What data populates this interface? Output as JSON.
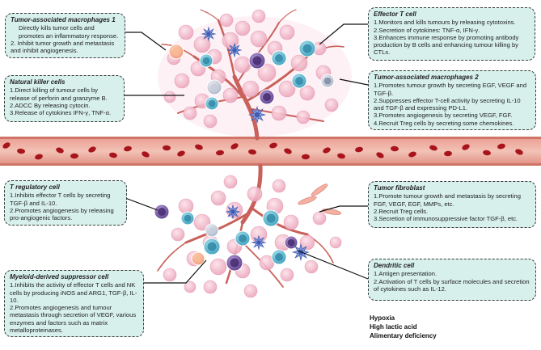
{
  "boxes": {
    "tam1": {
      "title": "Tumor-associated macrophages 1",
      "lines": [
        "Directly kills tumor cells and promotes an inflammatory response.",
        "2. Inhibit tumor growth and metastasis and inhibit angiogenesis."
      ]
    },
    "effector_t": {
      "title": "Effector T cell",
      "lines": [
        "1.Monitors and kills tumours by releasing cytotoxins.",
        "2.Secretion of cytokines: TNF-α, IFN-γ.",
        "3.Enhances immune response by promoting antibody production by B cells and enhancing tumour killing by CTLs."
      ]
    },
    "nk": {
      "title": "Natural killer cells",
      "lines": [
        "1.Direct killing of tumour cells by release of perforin and granzyme B.",
        "2.ADCC By releasing cytocin.",
        "3.Release of cytokines IFN-γ, TNF-α."
      ]
    },
    "tam2": {
      "title": "Tumor-associated macrophages 2",
      "lines": [
        "1.Promotes tumour growth by secreting EGF, VEGF and TGF-β.",
        "2.Suppresses effector T-cell activity by secreting IL-10 and TGF-β and expressing PD-L1.",
        "3.Promotes angiogenesis by secreting VEGF, FGF.",
        "4.Recruit Treg cells by secreting some chemokines."
      ]
    },
    "treg": {
      "title": "T regulatory cell",
      "lines": [
        "1.Inhibits effector T cells by secreting TGF-β and IL-10.",
        "2.Promotes angiogenesis by releasing pro-angiogenic factors."
      ]
    },
    "fibro": {
      "title": "Tumor fibroblast",
      "lines": [
        "1.Promote tumour growth and metastasis by secreting FGF, VEGF, EGF, MMPs, etc.",
        "2.Recruit Treg cells.",
        "3.Secretion of immunosuppressive factor TGF-β, etc."
      ]
    },
    "mdsc": {
      "title": "Myeloid-derived suppressor cell",
      "lines": [
        "1.Inhibits the activity of effector T cells and NK cells by producing iNOS and ARG1, TGF-β, IL-10.",
        "2.Promotes angiogenesis and tumour metastasis through secretion of VEGF, various enzymes and factors such as matrix metalloproteinases."
      ]
    },
    "dc": {
      "title": "Dendritic cell",
      "lines": [
        "1.Antigen presentation.",
        "2.Activation of T cells by surface molecules and secretion of cytokines such as IL-12."
      ]
    }
  },
  "notes": [
    "Hypoxia",
    "High lactic acid",
    "Alimentary deficiency"
  ],
  "colors": {
    "box_fill": "#d7f0ec",
    "vessel": "#d98378",
    "rbc": "#a8141b",
    "branch": "#c9615a",
    "tumor_cell": "#f2b6c9",
    "macrophage": "#6fc0d6",
    "treg": "#7a5fa6",
    "dendritic": "#4f6ec2"
  }
}
